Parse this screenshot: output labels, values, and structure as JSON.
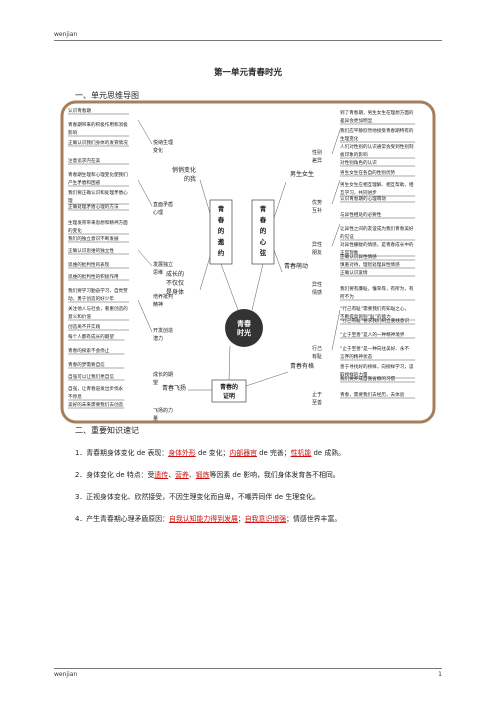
{
  "header": {
    "text": "wenjian"
  },
  "title": "第一单元青春时光",
  "section1": "一、单元思维导图",
  "section2": "二、重要知识速记",
  "mindmap": {
    "center": "青春时光",
    "branches": [
      "青春的邀约",
      "青春的心弦",
      "青春的证明"
    ],
    "subs": [
      "悄悄变化的我",
      "成长的不仅仅是身体",
      "男生女生",
      "青春萌动",
      "青春飞扬",
      "青春有格"
    ],
    "minor": [
      "悦纳生理变化",
      "直面矛盾心理",
      "发展独立思维",
      "培养批判精神",
      "开发创造潜力",
      "性别差异",
      "优势互补",
      "异性朋友",
      "异性情感",
      "成长的期望",
      "飞扬的力量",
      "行己有耻",
      "止于至善"
    ],
    "leaves": [
      "认识青春期",
      "青春期带来的积极作用和消极影响",
      "正确认识我们身体的发育情况",
      "注意追求内在美",
      "青春期生理和心理变化使我们产生矛盾和困惑",
      "我们要正确认识和处理矛盾心理",
      "正确处理矛盾心理的方法",
      "生理发育带来思想和精神方面的变化",
      "我们的独立意识不断发展",
      "正确认识思维的独立性",
      "思维的批判性的表现",
      "思维的批判性的积极作用",
      "我们要学习勤奋学习、自觉劳动，勇于创造的好少年",
      "关注他人与社会，看重创造的意义和价值",
      "创造离不开实践",
      "到了青春期，男生女生在理想方面的差异会更加明显",
      "我们应平静欣然地接受青春期特有的生理变化",
      "人们对性别的认识通常会受到性别刻板印象的影响",
      "对性别角色的认识",
      "男生女生在各自的性别优势",
      "男生女生应相互理解、相互帮助，相互学习，共同进步",
      "认识青春期的心理萌动",
      "与异性相处的必要性",
      "让异性之间的友谊成为我们青春美好的见证",
      "对异性朦胧的情感，是青春成长中的正常现象",
      "正确认识异性情感",
      "慎重对待，理智处理异性情感",
      "正确认识爱情",
      "每个人都有成长的期望",
      "青春的探索不会停止",
      "青春的梦需要自信",
      "自强可以让我们更自信",
      "自强，让青春迸发出步伐永不停息",
      "美好的未来需要我们去创造",
      "我们要有廉耻，懂荣辱，有所为，有所不为",
      "“行己有耻”需要我们有知耻之心，不断提高辨别“耻”的能力",
      "“行己有耻”要求我们树立底线意识",
      "“止于至善”是人的一种精神境界",
      "“止于至善”是一种向往美好、永不言弃的精神状态",
      "善于寻找好的榜样，向榜样学习，汲取榜样的力量",
      "我们要养成自我省察的习惯",
      "青春，需要我们去经历，去体验"
    ]
  },
  "knowledge": [
    {
      "num": "1．",
      "parts": [
        {
          "t": "青春期身体变化 de 表现：",
          "r": false
        },
        {
          "t": "身体外形",
          "r": true
        },
        {
          "t": " de 变化；",
          "r": false
        },
        {
          "t": "内部器官",
          "r": true
        },
        {
          "t": " de 完善；",
          "r": false
        },
        {
          "t": "性机能",
          "r": true
        },
        {
          "t": " de 成熟。",
          "r": false
        }
      ]
    },
    {
      "num": "2．",
      "parts": [
        {
          "t": "身体变化 de 特点：受",
          "r": false
        },
        {
          "t": "遗传",
          "r": true
        },
        {
          "t": "、",
          "r": false
        },
        {
          "t": "营养",
          "r": true
        },
        {
          "t": "、",
          "r": false
        },
        {
          "t": "锻炼",
          "r": true
        },
        {
          "t": "等因素 de 影响，我们身体发育各不相同。",
          "r": false
        }
      ]
    },
    {
      "num": "3．",
      "parts": [
        {
          "t": "正视身体变化、欣然接受，不因生理变化而自卑，不嘲弄同伴 de 生理变化。",
          "r": false
        }
      ]
    },
    {
      "num": "4．",
      "parts": [
        {
          "t": "产生青春期心理矛盾原因：",
          "r": false
        },
        {
          "t": "自我认知能力得到发展",
          "r": true
        },
        {
          "t": "；",
          "r": false
        },
        {
          "t": "自我意识增强",
          "r": true
        },
        {
          "t": "；情感世界丰富。",
          "r": false
        }
      ]
    }
  ],
  "footer": {
    "left": "wenjian",
    "page": "1"
  },
  "colors": {
    "accent_red": "#cc1111",
    "map_border": "#a87e5a",
    "center_fill": "#333333"
  }
}
